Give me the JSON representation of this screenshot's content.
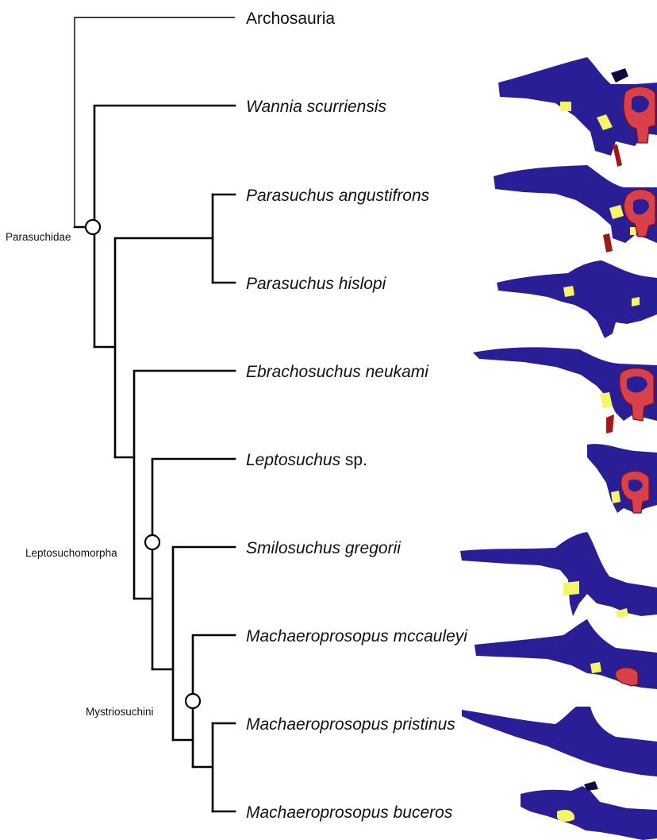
{
  "taxa": [
    {
      "genus": "Archosauria",
      "suffix": ""
    },
    {
      "genus": "Wannia scurriensis",
      "suffix": ""
    },
    {
      "genus": "Parasuchus angustifrons",
      "suffix": ""
    },
    {
      "genus": "Parasuchus hislopi",
      "suffix": ""
    },
    {
      "genus": "Ebrachosuchus neukami",
      "suffix": ""
    },
    {
      "genus": "Leptosuchus",
      "suffix": " sp."
    },
    {
      "genus": "Smilosuchus gregorii",
      "suffix": ""
    },
    {
      "genus": "Machaeroprosopus mccauleyi",
      "suffix": ""
    },
    {
      "genus": "Machaeroprosopus pristinus",
      "suffix": ""
    },
    {
      "genus": "Machaeroprosopus buceros",
      "suffix": ""
    }
  ],
  "clades": [
    {
      "label": "Parasuchidae"
    },
    {
      "label": "Leptosuchomorpha"
    },
    {
      "label": "Mystriosuchini"
    }
  ],
  "colors": {
    "bone": "#2a1e96",
    "inner_ear": "#d8404a",
    "vessel": "#a01818",
    "nerve": "#f5f56a"
  }
}
